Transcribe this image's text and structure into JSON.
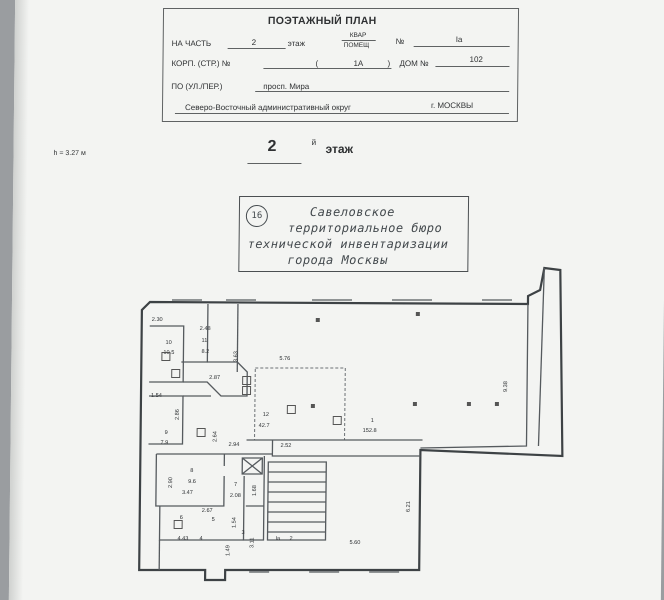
{
  "header": {
    "title": "ПОЭТАЖНЫЙ ПЛАН",
    "na_chast_label": "НА ЧАСТЬ",
    "na_chast_value": "2",
    "etazh_label": "этаж",
    "kvar_label": "КВАР",
    "pomesch_label": "ПОМЕЩ",
    "no_label": "№",
    "no_value": "Iа",
    "korp_label": "КОРП. (СТР.) №",
    "korp_open": "(",
    "korp_value": "1А",
    "korp_close": ")",
    "dom_label": "ДОМ №",
    "dom_value": "102",
    "po_label": "ПО (УЛ./ПЕР.)",
    "po_value": "просп. Мира",
    "okrug": "Северо-Восточный административный округ",
    "city": "г. МОСКВЫ"
  },
  "height_note": "h = 3.27 м",
  "floor": {
    "number": "2",
    "suffix": "й",
    "label": "этаж"
  },
  "stamp": {
    "number": "16",
    "lines": [
      "Савеловское",
      "территориальное бюро",
      "технической инвентаризации",
      "города Москвы"
    ]
  },
  "plan": {
    "labels": [
      "2.30",
      "2.48",
      "11",
      "8.2",
      "10",
      "10.5",
      "5.76",
      "3.63",
      "2.87",
      "1.54",
      "2.86",
      "12",
      "42.7",
      "9",
      "7.9",
      "2.64",
      "2.94",
      "2.52",
      "1",
      "152.8",
      "9.38",
      "8",
      "9.6",
      "2.90",
      "3.47",
      "7",
      "2.08",
      "1.68",
      "2.67",
      "5",
      "4.43",
      "4",
      "1.54",
      "3",
      "3.11",
      "1.49",
      "Iа",
      "2",
      "5.60",
      "6.21",
      "6"
    ]
  }
}
